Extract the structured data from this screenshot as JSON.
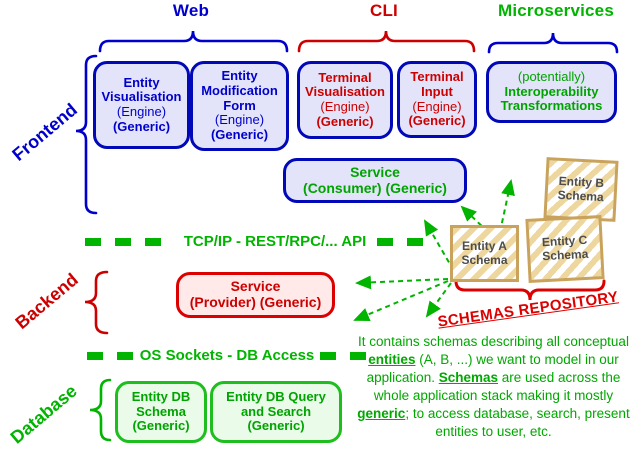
{
  "top_groups": {
    "web": {
      "label": "Web"
    },
    "cli": {
      "label": "CLI"
    },
    "micro": {
      "label": "Microservices"
    }
  },
  "layers": {
    "frontend": {
      "label": "Frontend"
    },
    "backend": {
      "label": "Backend"
    },
    "database": {
      "label": "Database"
    }
  },
  "boxes": {
    "entity_visualisation": {
      "title": "Entity Visualisation",
      "engine": "(Engine)",
      "generic": "(Generic)"
    },
    "entity_modification": {
      "title": "Entity Modification Form",
      "engine": "(Engine)",
      "generic": "(Generic)"
    },
    "terminal_visualisation": {
      "title": "Terminal Visualisation",
      "engine": "(Engine)",
      "generic": "(Generic)"
    },
    "terminal_input": {
      "title": "Terminal Input",
      "engine": "(Engine)",
      "generic": "(Generic)"
    },
    "interoperability": {
      "prefix": "(potentially)",
      "title_line1": "Interoperability",
      "title_line2": "Transformations"
    },
    "service_consumer": {
      "title": "Service",
      "qualifier": "(Consumer) (Generic)"
    },
    "service_provider": {
      "title": "Service",
      "qualifier": "(Provider) (Generic)"
    },
    "entity_db_schema": {
      "title": "Entity DB Schema",
      "generic": "(Generic)"
    },
    "entity_db_query": {
      "title": "Entity DB Query and Search",
      "generic": "(Generic)"
    }
  },
  "separators": {
    "api": {
      "label": "TCP/IP - REST/RPC/... API"
    },
    "db": {
      "label": "OS Sockets - DB Access"
    }
  },
  "schemas_repository": {
    "label": "SCHEMAS REPOSITORY",
    "boxes": [
      "Entity A Schema",
      "Entity B Schema",
      "Entity C Schema"
    ]
  },
  "description": {
    "segments": [
      {
        "text": "It contains schemas describing all conceptual "
      },
      {
        "text": "entities",
        "emph": true
      },
      {
        "text": " (A, B, ...) we want to model in our application. "
      },
      {
        "text": "Schemas",
        "emph": true
      },
      {
        "text": " are used across the whole application stack making it mostly "
      },
      {
        "text": "generic",
        "emph": true
      },
      {
        "text": "; to access database, search, present entities to user, etc."
      }
    ]
  },
  "colors": {
    "blue": "#0000CC",
    "red": "#CC0000",
    "green": "#00B400",
    "tan": "#C9A35B"
  }
}
